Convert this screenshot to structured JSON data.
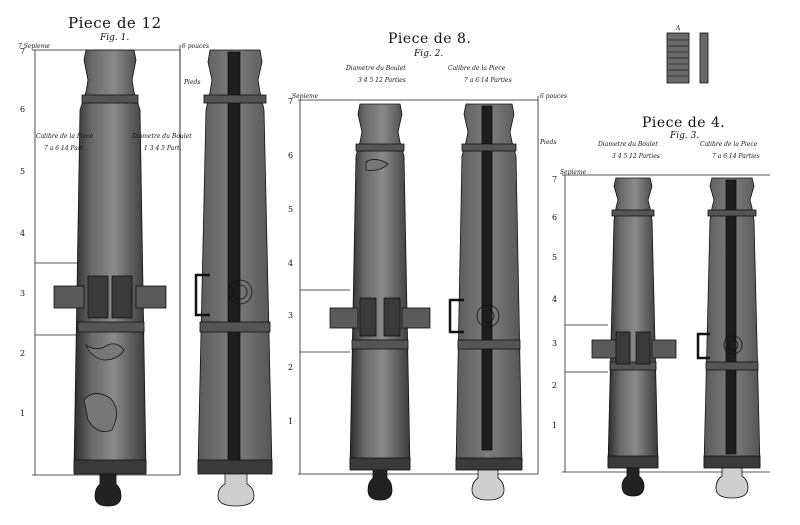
{
  "plate": {
    "figures": [
      {
        "title": "Piece de 12",
        "fig": "Fig. 1.",
        "scale_left": "7 Sepieme",
        "scale_right_top": "6 pouces",
        "scale_right_bottom": "Pieds",
        "label_left": "Calibre de la Piece",
        "label_right": "Diametre du Boulet",
        "label_left_val": "7 a 6  14 Part.",
        "label_right_val": "1 3 4 5  Part."
      },
      {
        "title": "Piece de 8.",
        "fig": "Fig. 2.",
        "scale_left": "Sepieme",
        "scale_right_top": "6 pouces",
        "scale_right_bottom": "Pieds",
        "label_left": "Diametre du Boulet",
        "label_right": "Calibre de la Piece",
        "label_left_val": "3 4 5  12 Parties",
        "label_right_val": "7 a 6  14 Parties"
      },
      {
        "title": "Piece de 4.",
        "fig": "Fig. 3.",
        "scale_left": "Sepieme",
        "label_left": "Diametre du Boulet",
        "label_right": "Calibre de la Piece",
        "label_left_val": "3 4 5  12 Parties",
        "label_right_val": "7 a 6  14 Parties"
      }
    ],
    "inset_letter": "A",
    "scale_numbers": [
      "1",
      "2",
      "3",
      "4",
      "5",
      "6",
      "7"
    ]
  }
}
